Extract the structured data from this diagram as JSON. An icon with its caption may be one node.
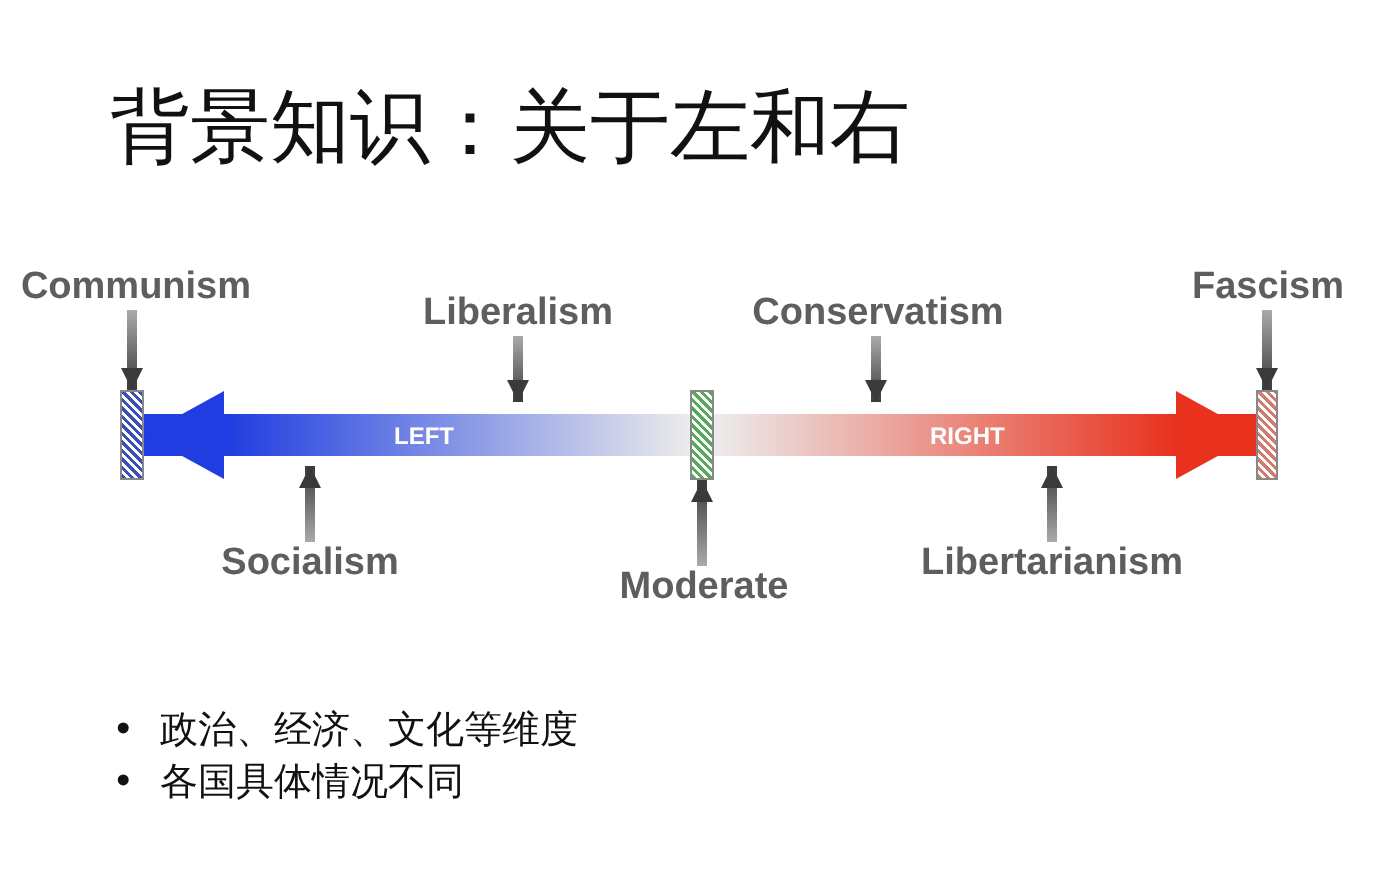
{
  "diagram": {
    "title": "背景知识：关于左和右",
    "nodes": [
      {
        "text": [
          "Communism"
        ]
      },
      {
        "text": [],
        "shape": "box"
      },
      {
        "text": [
          "Liberalism"
        ]
      },
      {
        "text": [],
        "shape": "box"
      },
      {
        "text": [
          "Conservatism"
        ]
      },
      {
        "text": [
          "Fascism"
        ]
      },
      {
        "text": [],
        "shape": "box"
      },
      {
        "text": [
          "Socialism"
        ]
      },
      {
        "text": [
          "Moderate"
        ]
      },
      {
        "text": [
          "Libertarianism"
        ]
      }
    ],
    "edges": [
      {
        "from": 0,
        "to": 1,
        "arrow": "to"
      },
      {
        "from": 2,
        "to": null,
        "arrow": "to"
      },
      {
        "from": 4,
        "to": null,
        "arrow": "to"
      },
      {
        "from": 5,
        "to": 6,
        "arrow": "to"
      },
      {
        "from": 7,
        "to": null,
        "arrow": "to"
      },
      {
        "from": 8,
        "to": 3,
        "arrow": "to"
      },
      {
        "from": 9,
        "to": null,
        "arrow": "to"
      },
      {
        "from": 3,
        "to": 1,
        "arrow": "to",
        "label": "LEFT",
        "style": "thick",
        "color": "#1f3de0"
      },
      {
        "from": 3,
        "to": 6,
        "arrow": "to",
        "label": "RIGHT",
        "style": "thick",
        "color": "#e8321e"
      }
    ],
    "labels": [
      "•",
      "政治、经济、文化等维度",
      "•",
      "各国具体情况不同"
    ]
  }
}
